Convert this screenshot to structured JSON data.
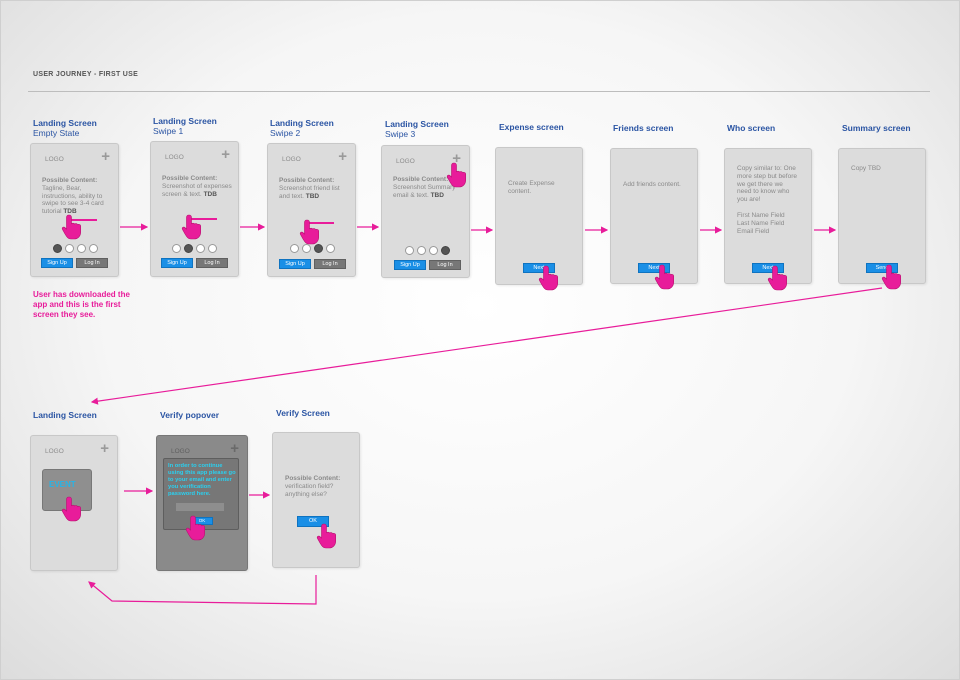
{
  "page": {
    "title": "USER JOURNEY -  FIRST USE"
  },
  "screens": [
    {
      "title": "Landing Screen",
      "subtitle": "Empty State",
      "logo": "LOGO",
      "content_heading": "Possible Content:",
      "content": "Tagline, Bear, instructions, ability to swipe to see 3-4 card tutorial",
      "tag": "TDB",
      "dots_active": 1,
      "buttons": [
        "Sign Up",
        "Log In"
      ]
    },
    {
      "title": "Landing Screen",
      "subtitle": "Swipe 1",
      "logo": "LOGO",
      "content_heading": "Possible Content:",
      "content": "Screenshot of expenses screen & text.",
      "tag": "TDB",
      "dots_active": 2,
      "buttons": [
        "Sign Up",
        "Log In"
      ]
    },
    {
      "title": "Landing Screen",
      "subtitle": "Swipe 2",
      "logo": "LOGO",
      "content_heading": "Possible Content:",
      "content": "Screenshot friend list and text.",
      "tag": "TBD",
      "dots_active": 3,
      "buttons": [
        "Sign Up",
        "Log In"
      ]
    },
    {
      "title": "Landing Screen",
      "subtitle": "Swipe 3",
      "logo": "LOGO",
      "content_heading": "Possible Content:",
      "content": "Screenshot Summary email & text.",
      "tag": "TBD",
      "dots_active": 4,
      "buttons": [
        "Sign Up",
        "Log In"
      ]
    },
    {
      "title": "Expense screen",
      "body": "Create Expense content.",
      "button": "Next"
    },
    {
      "title": "Friends screen",
      "body": "Add friends content.",
      "button": "Next"
    },
    {
      "title": "Who screen",
      "body": "Copy similar to: One more step but before we get there we need to know who you are!",
      "fields": [
        "First Name Field",
        "Last Name Field",
        "Email Field"
      ],
      "button": "Next"
    },
    {
      "title": "Summary screen",
      "body": "Copy TBD",
      "button": "Send"
    },
    {
      "title": "Landing Screen",
      "logo": "LOGO",
      "event_label": "EVENT"
    },
    {
      "title": "Verify popover",
      "logo": "LOGO",
      "popover_text": "In order to continue using this app please go to your email and enter you verification password here.",
      "button": "OK"
    },
    {
      "title": "Verify Screen",
      "content_heading": "Possible Content:",
      "body": "verification field? anything else?",
      "button": "OK"
    }
  ],
  "note": "User has downloaded the app and this is the first screen they see.",
  "colors": {
    "title": "#2a54a3",
    "accent": "#e81c9a",
    "button": "#1a8fe6",
    "phone": "#dcdcdc"
  },
  "icons": {
    "tap": "hand-pointer-icon",
    "add": "plus-icon"
  }
}
